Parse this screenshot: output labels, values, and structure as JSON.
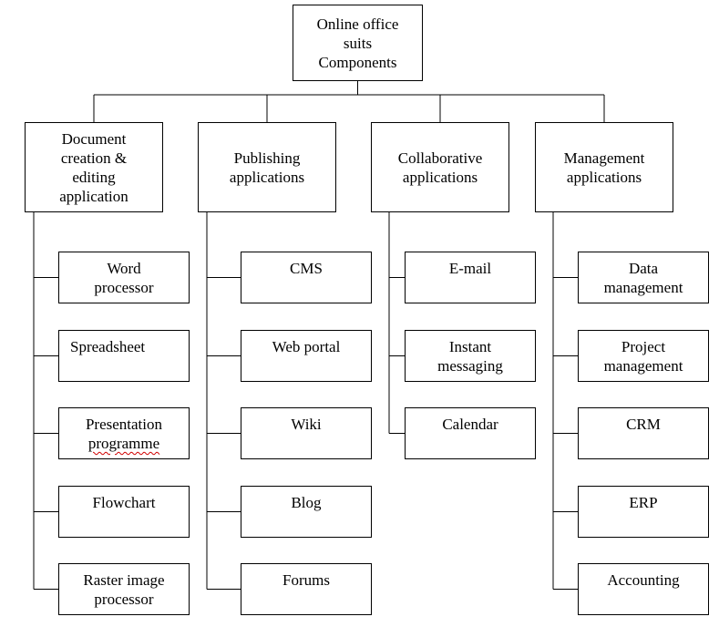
{
  "root": {
    "lines": [
      "Online office",
      "suits",
      "Components"
    ]
  },
  "categories": [
    {
      "lines": [
        "Document",
        "creation &",
        "editing",
        "application"
      ],
      "items": [
        {
          "lines": [
            "Word",
            "processor"
          ]
        },
        {
          "lines": [
            "Spreadsheet"
          ]
        },
        {
          "lines": [
            "Presentation",
            "programme"
          ],
          "spellcheck_line": 1
        },
        {
          "lines": [
            "Flowchart"
          ]
        },
        {
          "lines": [
            "Raster image",
            "processor"
          ]
        }
      ]
    },
    {
      "lines": [
        "Publishing",
        "applications"
      ],
      "items": [
        {
          "lines": [
            "CMS"
          ]
        },
        {
          "lines": [
            "Web portal"
          ]
        },
        {
          "lines": [
            "Wiki"
          ]
        },
        {
          "lines": [
            "Blog"
          ]
        },
        {
          "lines": [
            "Forums"
          ]
        }
      ]
    },
    {
      "lines": [
        "Collaborative",
        "applications"
      ],
      "items": [
        {
          "lines": [
            "E-mail"
          ]
        },
        {
          "lines": [
            "Instant",
            "messaging"
          ]
        },
        {
          "lines": [
            "Calendar"
          ]
        }
      ]
    },
    {
      "lines": [
        "Management",
        "applications"
      ],
      "items": [
        {
          "lines": [
            "Data",
            "management"
          ]
        },
        {
          "lines": [
            "Project",
            "management"
          ]
        },
        {
          "lines": [
            "CRM"
          ]
        },
        {
          "lines": [
            "ERP"
          ]
        },
        {
          "lines": [
            "Accounting"
          ]
        }
      ]
    }
  ],
  "colors": {
    "line": "#000000",
    "box_fill": "#ffffff",
    "spellcheck": "#d00000"
  }
}
